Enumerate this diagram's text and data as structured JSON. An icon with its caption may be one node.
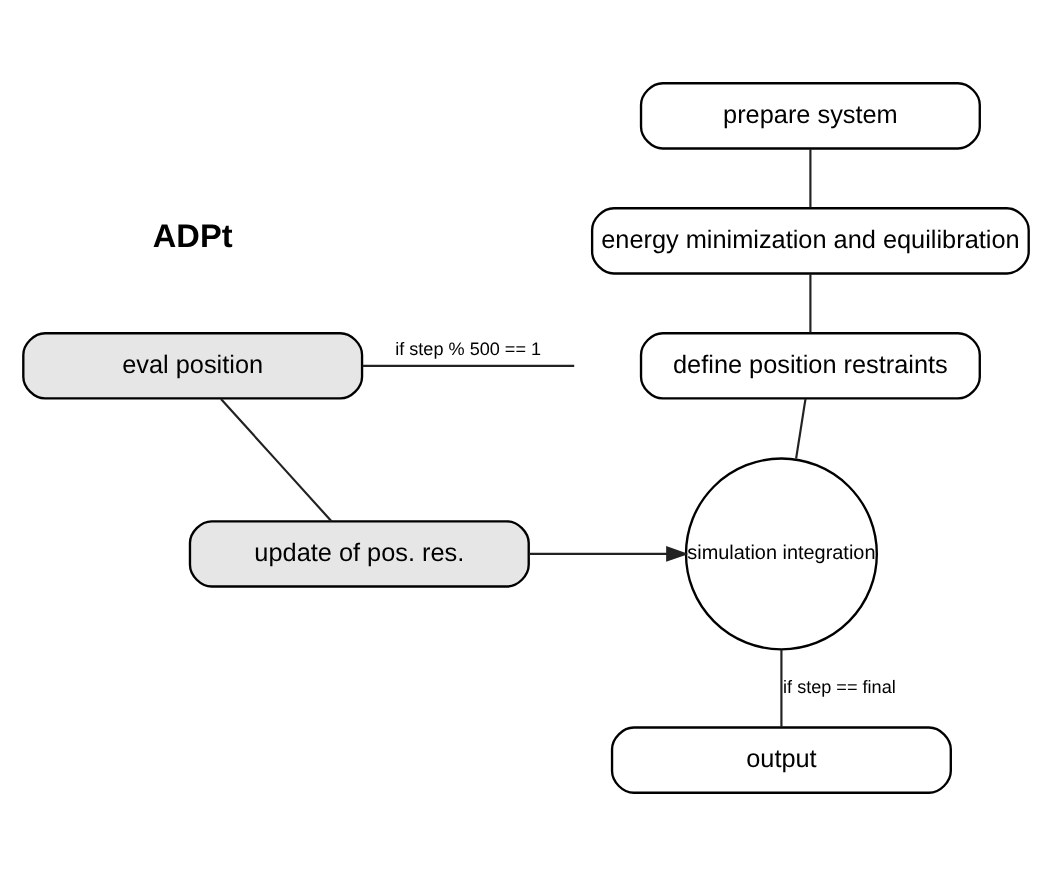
{
  "diagram": {
    "nodes": [
      {
        "text": [
          "prepare system"
        ]
      },
      {
        "text": [
          "energy minimization and equilibration"
        ]
      },
      {
        "text": [
          "define position restraints"
        ]
      },
      {
        "text": [
          "eval position"
        ]
      },
      {
        "text": [
          "update of pos. res."
        ]
      },
      {
        "text": [
          "simulation integration"
        ]
      },
      {
        "text": [
          "output"
        ]
      }
    ],
    "edges": [
      {
        "from": 0,
        "to": 1,
        "arrow": "none"
      },
      {
        "from": 1,
        "to": 2,
        "arrow": "none"
      },
      {
        "from": 2,
        "to": 5,
        "arrow": "none"
      },
      {
        "from": 3,
        "to": null,
        "arrow": "none",
        "label": "if step % 500 == 1"
      },
      {
        "from": 3,
        "to": 4,
        "arrow": "none"
      },
      {
        "from": 4,
        "to": 5,
        "arrow": "to"
      },
      {
        "from": 5,
        "to": 6,
        "arrow": "none",
        "label": "if step == final"
      }
    ],
    "labels": [
      "ADPt"
    ]
  }
}
